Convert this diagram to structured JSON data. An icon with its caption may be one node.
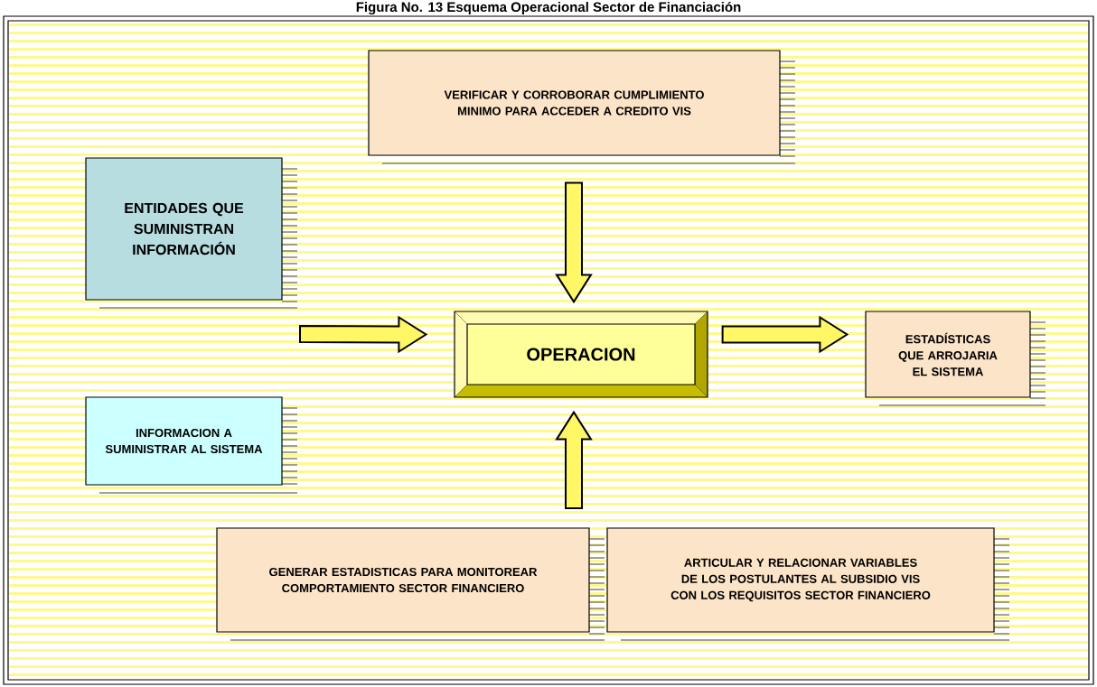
{
  "diagram": {
    "title": "Figura No. 13 Esquema Operacional Sector de Financiación",
    "nodes": [
      {
        "text": [
          "VERIFICAR Y CORROBORAR CUMPLIMIENTO MINIMO PARA ACCEDER A CREDITO VIS"
        ]
      },
      {
        "text": [
          "ENTIDADES QUE SUMINISTRAN INFORMACIÓN"
        ]
      },
      {
        "text": [
          "OPERACION"
        ]
      },
      {
        "text": [
          "ESTADÍSTICAS QUE ARROJARIA EL SISTEMA"
        ]
      },
      {
        "text": [
          "INFORMACION A SUMINISTRAR AL SISTEMA"
        ]
      },
      {
        "text": [
          "GENERAR ESTADISTICAS PARA MONITOREAR COMPORTAMIENTO SECTOR FINANCIERO"
        ]
      },
      {
        "text": [
          "ARTICULAR Y RELACIONAR VARIABLES DE LOS POSTULANTES AL SUBSIDIO VIS CON LOS REQUISITOS SECTOR FINANCIERO"
        ]
      }
    ],
    "edges": [
      {
        "from": 0,
        "to": 2,
        "arrow": "to"
      },
      {
        "from": null,
        "to": 2,
        "arrow": "to"
      },
      {
        "from": 2,
        "to": 3,
        "arrow": "to"
      },
      {
        "from": null,
        "to": 2,
        "arrow": "to"
      }
    ]
  }
}
